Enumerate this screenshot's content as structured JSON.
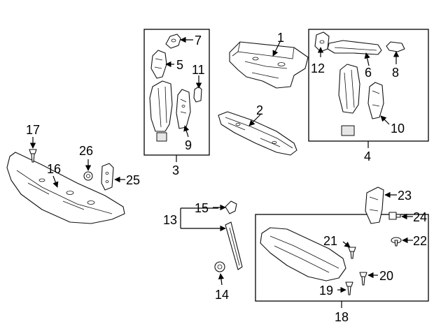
{
  "labels": {
    "c1": "1",
    "c2": "2",
    "c3": "3",
    "c4": "4",
    "c5": "5",
    "c6": "6",
    "c7": "7",
    "c8": "8",
    "c9": "9",
    "c10": "10",
    "c11": "11",
    "c12": "12",
    "c13": "13",
    "c14": "14",
    "c15": "15",
    "c16": "16",
    "c17": "17",
    "c18": "18",
    "c19": "19",
    "c20": "20",
    "c21": "21",
    "c22": "22",
    "c23": "23",
    "c24": "24",
    "c25": "25",
    "c26": "26"
  }
}
